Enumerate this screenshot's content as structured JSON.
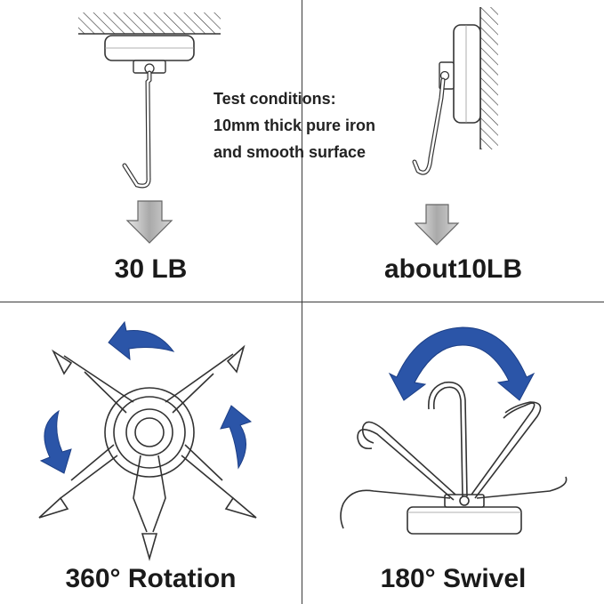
{
  "panels": {
    "top_left": {
      "caption": "30 LB"
    },
    "top_right": {
      "caption": "about10LB",
      "test_conditions": [
        "Test conditions:",
        "10mm thick pure iron",
        "and smooth surface"
      ]
    },
    "bottom_left": {
      "caption": "360° Rotation"
    },
    "bottom_right": {
      "caption": "180° Swivel"
    }
  },
  "colors": {
    "arrow_blue": "#2b55a8",
    "down_arrow_gray": "#b8b8b8",
    "line": "#3a3a3a"
  },
  "icons": [
    "magnet-hook-ceiling",
    "magnet-hook-wall",
    "down-arrow",
    "rotation-arrow",
    "swivel-arrow"
  ]
}
